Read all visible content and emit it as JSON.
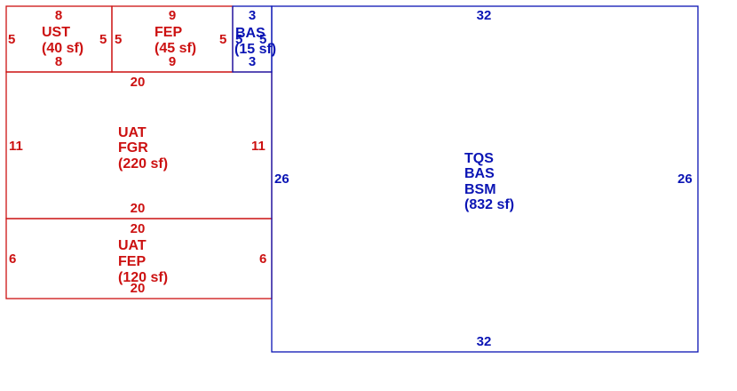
{
  "colors": {
    "red": "#cc1111",
    "blue": "#0a14b4"
  },
  "areas": [
    {
      "id": "ust",
      "color": "red",
      "codes": [
        "UST"
      ],
      "area": "(40 sf)",
      "dims": {
        "top": "8",
        "bottom": "8",
        "left": "5",
        "right": "5"
      }
    },
    {
      "id": "fep-top",
      "color": "red",
      "codes": [
        "FEP"
      ],
      "area": "(45 sf)",
      "dims": {
        "top": "9",
        "bottom": "9",
        "left": "5",
        "right": "5"
      }
    },
    {
      "id": "bas-small",
      "color": "blue",
      "codes": [
        "BAS"
      ],
      "area": "(15 sf)",
      "dims": {
        "top": "3",
        "bottom": "3",
        "left": "5",
        "right": "5"
      }
    },
    {
      "id": "uat-fgr",
      "color": "red",
      "codes": [
        "UAT",
        "FGR"
      ],
      "area": "(220 sf)",
      "dims": {
        "top": "20",
        "bottom": "20",
        "left": "11",
        "right": "11"
      }
    },
    {
      "id": "uat-fep",
      "color": "red",
      "codes": [
        "UAT",
        "FEP"
      ],
      "area": "(120 sf)",
      "dims": {
        "top": "20",
        "bottom": "20",
        "left": "6",
        "right": "6"
      }
    },
    {
      "id": "main",
      "color": "blue",
      "codes": [
        "TQS",
        "BAS",
        "BSM"
      ],
      "area": "(832 sf)",
      "dims": {
        "top": "32",
        "bottom": "32",
        "left": "26",
        "right": "26"
      }
    }
  ]
}
